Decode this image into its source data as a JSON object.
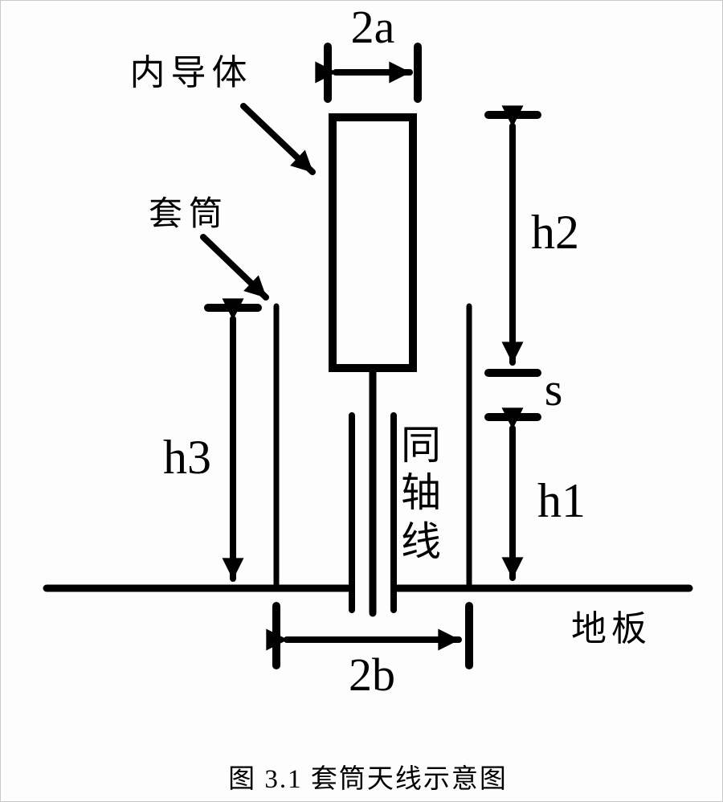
{
  "window": {
    "background_color": "#fdfdfd",
    "border_color": "#c9c9c9",
    "ink_color": "#000000"
  },
  "figure": {
    "caption": "图 3.1 套筒天线示意图",
    "labels": {
      "dim_2a": "2a",
      "inner_conductor": "内导体",
      "sleeve": "套筒",
      "dim_h2": "h2",
      "dim_s": "s",
      "dim_h1": "h1",
      "dim_h3": "h3",
      "coaxial_chars": [
        "同",
        "轴",
        "线"
      ],
      "ground_plane": "地板",
      "dim_2b": "2b"
    }
  }
}
